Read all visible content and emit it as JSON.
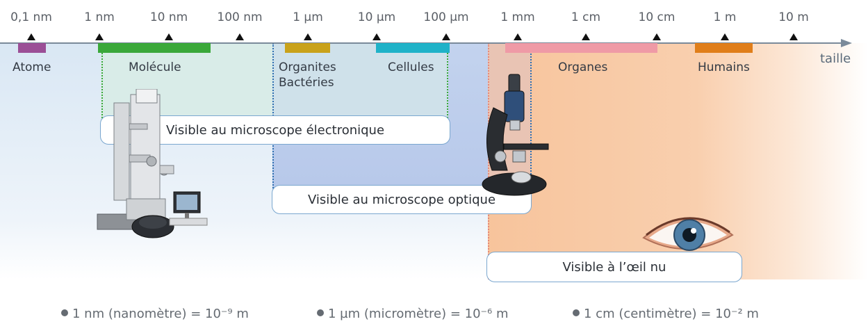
{
  "axis": {
    "ticks": [
      "0,1 nm",
      "1 nm",
      "10 nm",
      "100 nm",
      "1 µm",
      "10 µm",
      "100 µm",
      "1 mm",
      "1 cm",
      "10 cm",
      "1 m",
      "10 m"
    ],
    "title": "taille"
  },
  "categories": [
    {
      "label": "Atome",
      "color": "#9b4f96"
    },
    {
      "label": "Molécule",
      "color": "#3aa83a"
    },
    {
      "label": "Organites\nBactéries",
      "color": "#c9a21a"
    },
    {
      "label": "Cellules",
      "color": "#1fb2c8"
    },
    {
      "label": "Organes",
      "color": "#ef9aa6"
    },
    {
      "label": "Humains",
      "color": "#e07e1a"
    }
  ],
  "visibility": {
    "electron": "Visible au microscope électronique",
    "optical": "Visible au microscope optique",
    "eye": "Visible à l’œil nu"
  },
  "units": [
    "1 nm (nanomètre) = 10⁻⁹ m",
    "1 µm (micromètre) = 10⁻⁶ m",
    "1 cm (centimètre) = 10⁻² m"
  ],
  "icons": {
    "electron_microscope": "electron-microscope-icon",
    "optical_microscope": "optical-microscope-icon",
    "eye": "eye-icon"
  },
  "colors": {
    "electron_region": "#d7ece9",
    "optical_region": "#b9cbeb",
    "eye_region": "#f9c9a2",
    "background_blue": "#dbe8f5"
  }
}
